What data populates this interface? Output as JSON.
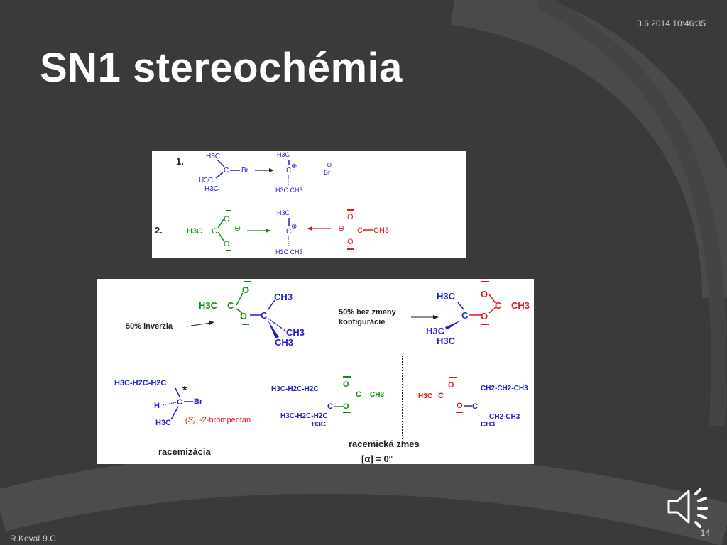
{
  "slide": {
    "date": "3.6.2014 10:46:35",
    "title": "SN1 stereochémia",
    "footer": "R.Kovaľ 9.C",
    "page_number": "14"
  },
  "panel1": {
    "step1": "1.",
    "step2": "2.",
    "h3c": "H3C",
    "ch3": "CH3",
    "c": "C",
    "br": "Br",
    "plus": "⊕",
    "minus": "⊖",
    "o": "O",
    "h3c_ch3": "H3C CH3"
  },
  "panel2": {
    "inversion_label": "50% inverzia",
    "retention_label_1": "50% bez zmeny",
    "retention_label_2": "konfigurácie",
    "substrate_chain": "H3C-H2C-H2C",
    "star": "*",
    "h": "H",
    "substrate_name_s": "(S)",
    "substrate_name": "-2-brómpentán",
    "racemization": "racemizácia",
    "racemic_mixture": "racemická zmes",
    "alpha": "[α] = 0°",
    "chain_right": "CH2-CH2-CH3",
    "ch2ch3": "CH2-CH3"
  },
  "colors": {
    "background": "#3a3a3a",
    "blue": "#1f1fd1",
    "green": "#118c11",
    "red": "#e01818",
    "text": "#ffffff"
  },
  "icons": {
    "speaker": "speaker-icon"
  }
}
